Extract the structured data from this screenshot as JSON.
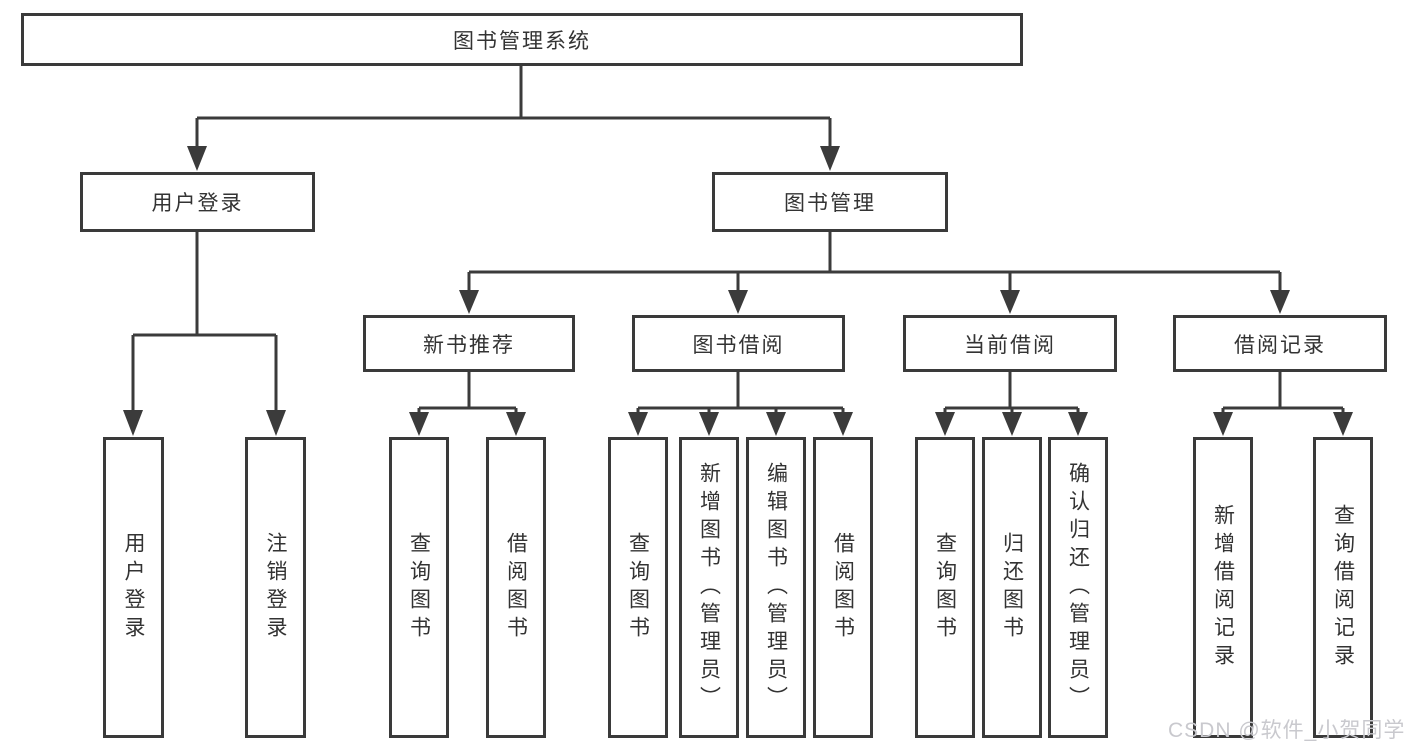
{
  "tree": {
    "root": {
      "label": "图书管理系统"
    },
    "branches": [
      {
        "label": "用户登录",
        "children": [
          {
            "label": "用户登录"
          },
          {
            "label": "注销登录"
          }
        ]
      },
      {
        "label": "图书管理",
        "children": [
          {
            "label": "新书推荐",
            "children": [
              {
                "label": "查询图书"
              },
              {
                "label": "借阅图书"
              }
            ]
          },
          {
            "label": "图书借阅",
            "children": [
              {
                "label": "查询图书"
              },
              {
                "label": "新增图书（管理员）"
              },
              {
                "label": "编辑图书（管理员）"
              },
              {
                "label": "借阅图书"
              }
            ]
          },
          {
            "label": "当前借阅",
            "children": [
              {
                "label": "查询图书"
              },
              {
                "label": "归还图书"
              },
              {
                "label": "确认归还（管理员）"
              }
            ]
          },
          {
            "label": "借阅记录",
            "children": [
              {
                "label": "新增借阅记录"
              },
              {
                "label": "查询借阅记录"
              }
            ]
          }
        ]
      }
    ]
  },
  "watermark": {
    "text": "CSDN @软件_小贺同学"
  },
  "colors": {
    "line": "#3b3b3b",
    "border": "#3a3a3a",
    "text": "#333333",
    "watermark": "#c9c9ce",
    "background": "#ffffff"
  }
}
